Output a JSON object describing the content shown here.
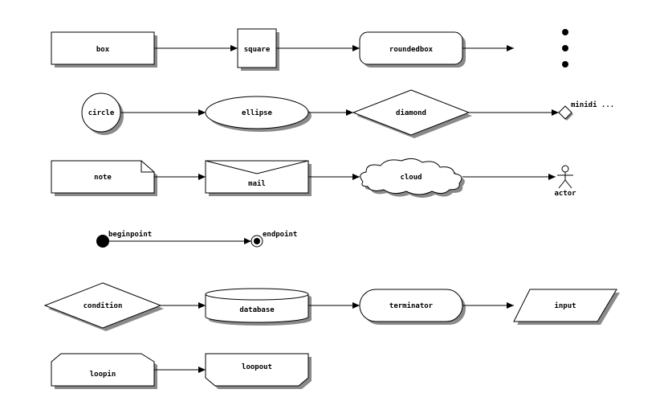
{
  "diagram": {
    "nodes": {
      "box": "box",
      "square": "square",
      "roundedbox": "roundedbox",
      "circle": "circle",
      "ellipse": "ellipse",
      "diamond": "diamond",
      "minidiamond": "minidi ...",
      "note": "note",
      "mail": "mail",
      "cloud": "cloud",
      "actor": "actor",
      "beginpoint": "beginpoint",
      "endpoint": "endpoint",
      "condition": "condition",
      "database": "database",
      "terminator": "terminator",
      "input": "input",
      "loopin": "loopin",
      "loopout": "loopout"
    },
    "edges": [
      [
        "box",
        "square"
      ],
      [
        "square",
        "roundedbox"
      ],
      [
        "roundedbox",
        "dots"
      ],
      [
        "circle",
        "ellipse"
      ],
      [
        "ellipse",
        "diamond"
      ],
      [
        "diamond",
        "minidiamond"
      ],
      [
        "note",
        "mail"
      ],
      [
        "mail",
        "cloud"
      ],
      [
        "cloud",
        "actor"
      ],
      [
        "beginpoint",
        "endpoint"
      ],
      [
        "condition",
        "database"
      ],
      [
        "database",
        "terminator"
      ],
      [
        "terminator",
        "input"
      ],
      [
        "loopin",
        "loopout"
      ]
    ]
  }
}
